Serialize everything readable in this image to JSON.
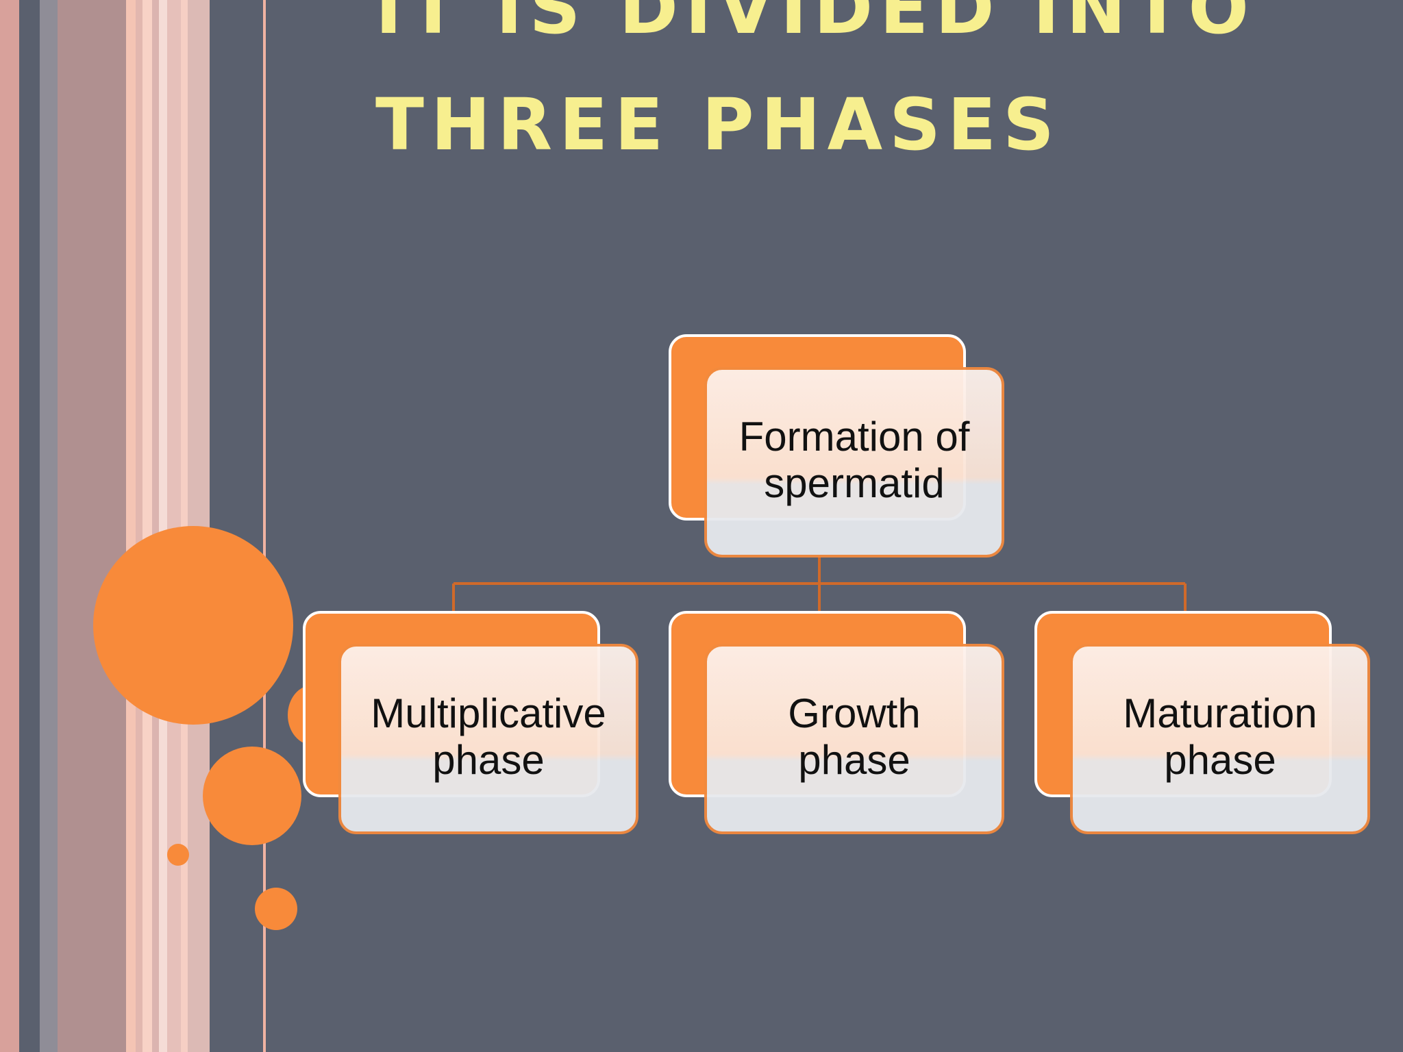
{
  "title": {
    "line1": "IT IS DIVIDED INTO",
    "line2": "THREE PHASES"
  },
  "diagram": {
    "root": {
      "line1": "Formation of",
      "line2": "spermatid"
    },
    "children": [
      {
        "line1": "Multiplicative",
        "line2": "phase"
      },
      {
        "line1": "Growth",
        "line2": "phase"
      },
      {
        "line1": "Maturation",
        "line2": "phase"
      }
    ]
  },
  "colors": {
    "background": "#5a606e",
    "title": "#f7ef8f",
    "accent_orange": "#f88a3a",
    "connector": "#d06a2a",
    "box_face": "#fdf2ec"
  }
}
